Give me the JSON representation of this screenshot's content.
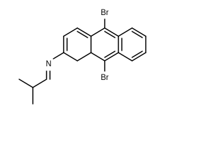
{
  "molecule": {
    "atoms": {
      "bromine_top": "Br",
      "bromine_bottom": "Br",
      "nitrogen": "N"
    }
  }
}
